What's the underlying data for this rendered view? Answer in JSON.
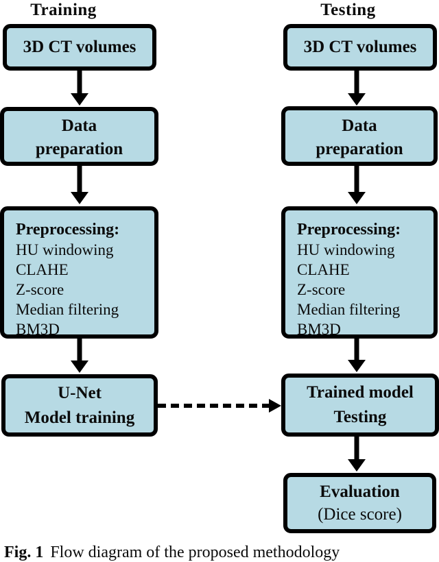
{
  "figure": {
    "training": {
      "heading": "Training",
      "ct_box": "3D CT volumes",
      "data_prep": {
        "line1": "Data",
        "line2": "preparation"
      },
      "preprocessing": {
        "title": "Preprocessing:",
        "items": [
          "HU windowing",
          "CLAHE",
          "Z-score",
          "Median filtering",
          "BM3D"
        ]
      },
      "model_box": {
        "line1": "U-Net",
        "line2": "Model training"
      }
    },
    "testing": {
      "heading": "Testing",
      "ct_box": "3D CT volumes",
      "data_prep": {
        "line1": "Data",
        "line2": "preparation"
      },
      "preprocessing": {
        "title": "Preprocessing:",
        "items": [
          "HU windowing",
          "CLAHE",
          "Z-score",
          "Median filtering",
          "BM3D"
        ]
      },
      "model_box": {
        "line1": "Trained model",
        "line2": "Testing"
      },
      "eval_box": {
        "line1": "Evaluation",
        "line2": "(Dice score)"
      }
    },
    "caption": {
      "label": "Fig. 1",
      "text": "Flow diagram of the proposed methodology"
    },
    "colors": {
      "box_fill": "#b7dae4",
      "box_border": "#000000",
      "arrow": "#000000"
    }
  }
}
